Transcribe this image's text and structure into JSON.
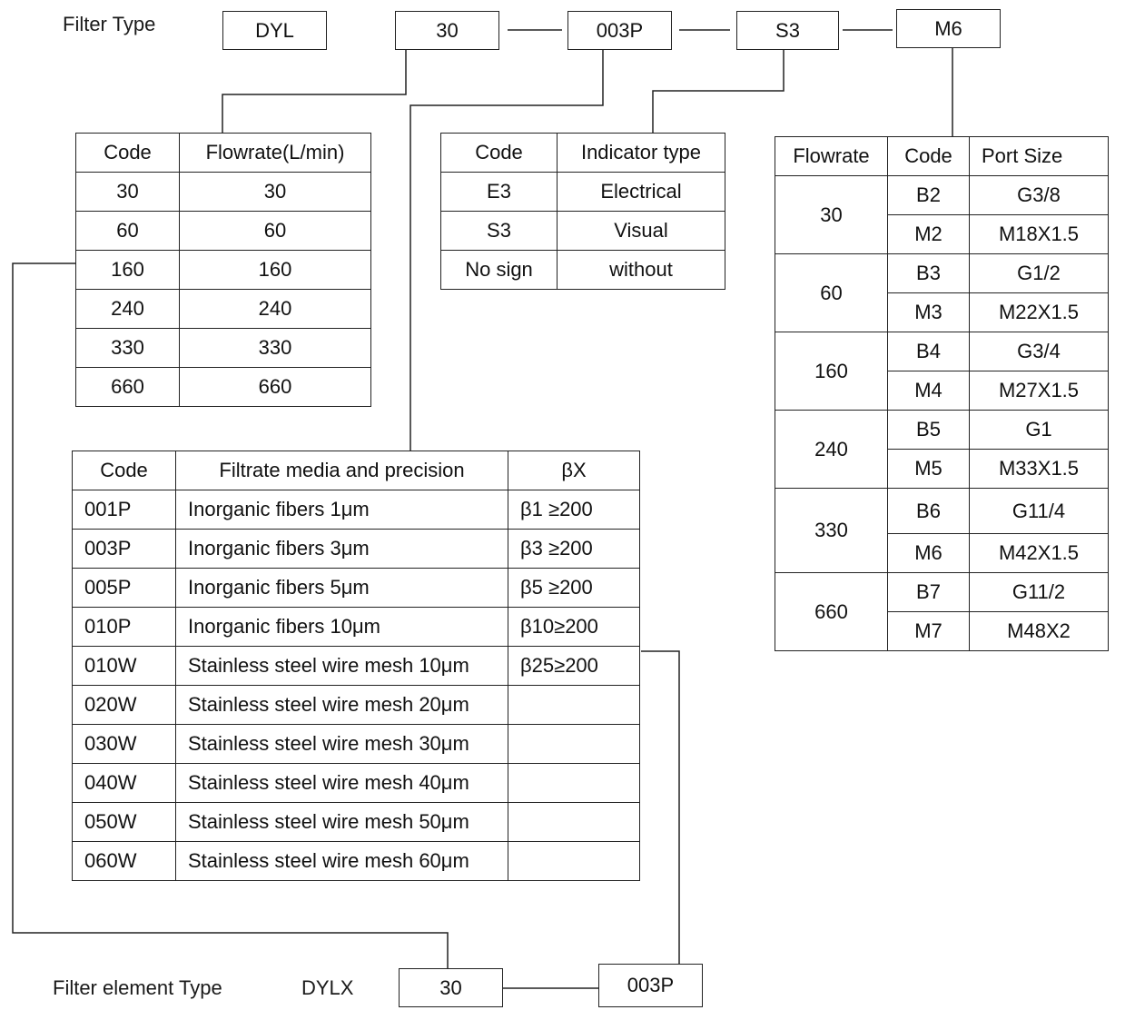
{
  "header": {
    "filter_type_label": "Filter Type",
    "codes": [
      "DYL",
      "30",
      "003P",
      "S3",
      "M6"
    ]
  },
  "flowrate_table": {
    "headers": [
      "Code",
      "Flowrate(L/min)"
    ],
    "rows": [
      [
        "30",
        "30"
      ],
      [
        "60",
        "60"
      ],
      [
        "160",
        "160"
      ],
      [
        "240",
        "240"
      ],
      [
        "330",
        "330"
      ],
      [
        "660",
        "660"
      ]
    ]
  },
  "indicator_table": {
    "headers": [
      "Code",
      "Indicator type"
    ],
    "rows": [
      [
        "E3",
        "Electrical"
      ],
      [
        "S3",
        "Visual"
      ],
      [
        "No sign",
        "without"
      ]
    ]
  },
  "port_table": {
    "headers": [
      "Flowrate",
      "Code",
      "Port Size"
    ],
    "groups": [
      {
        "flowrate": "30",
        "rows": [
          [
            "B2",
            "G3/8"
          ],
          [
            "M2",
            "M18X1.5"
          ]
        ]
      },
      {
        "flowrate": "60",
        "rows": [
          [
            "B3",
            "G1/2"
          ],
          [
            "M3",
            "M22X1.5"
          ]
        ]
      },
      {
        "flowrate": "160",
        "rows": [
          [
            "B4",
            "G3/4"
          ],
          [
            "M4",
            "M27X1.5"
          ]
        ]
      },
      {
        "flowrate": "240",
        "rows": [
          [
            "B5",
            "G1"
          ],
          [
            "M5",
            "M33X1.5"
          ]
        ]
      },
      {
        "flowrate": "330",
        "rows": [
          [
            "B6",
            "G11/4"
          ],
          [
            "M6",
            "M42X1.5"
          ]
        ]
      },
      {
        "flowrate": "660",
        "rows": [
          [
            "B7",
            "G11/2"
          ],
          [
            "M7",
            "M48X2"
          ]
        ]
      }
    ]
  },
  "media_table": {
    "headers": [
      "Code",
      "Filtrate media and precision",
      "βX"
    ],
    "rows": [
      [
        "001P",
        "Inorganic fibers 1μm",
        "β1 ≥200"
      ],
      [
        "003P",
        "Inorganic fibers 3μm",
        "β3 ≥200"
      ],
      [
        "005P",
        "Inorganic fibers 5μm",
        "β5 ≥200"
      ],
      [
        "010P",
        "Inorganic fibers 10μm",
        "β10≥200"
      ],
      [
        "010W",
        "Stainless steel wire mesh 10μm",
        "β25≥200"
      ],
      [
        "020W",
        "Stainless steel wire mesh 20μm",
        ""
      ],
      [
        "030W",
        "Stainless steel wire mesh 30μm",
        ""
      ],
      [
        "040W",
        "Stainless steel wire mesh 40μm",
        ""
      ],
      [
        "050W",
        "Stainless steel wire mesh 50μm",
        ""
      ],
      [
        "060W",
        "Stainless steel wire mesh 60μm",
        ""
      ]
    ]
  },
  "footer": {
    "element_type_label": "Filter element Type",
    "prefix": "DYLX",
    "codes": [
      "30",
      "003P"
    ]
  }
}
